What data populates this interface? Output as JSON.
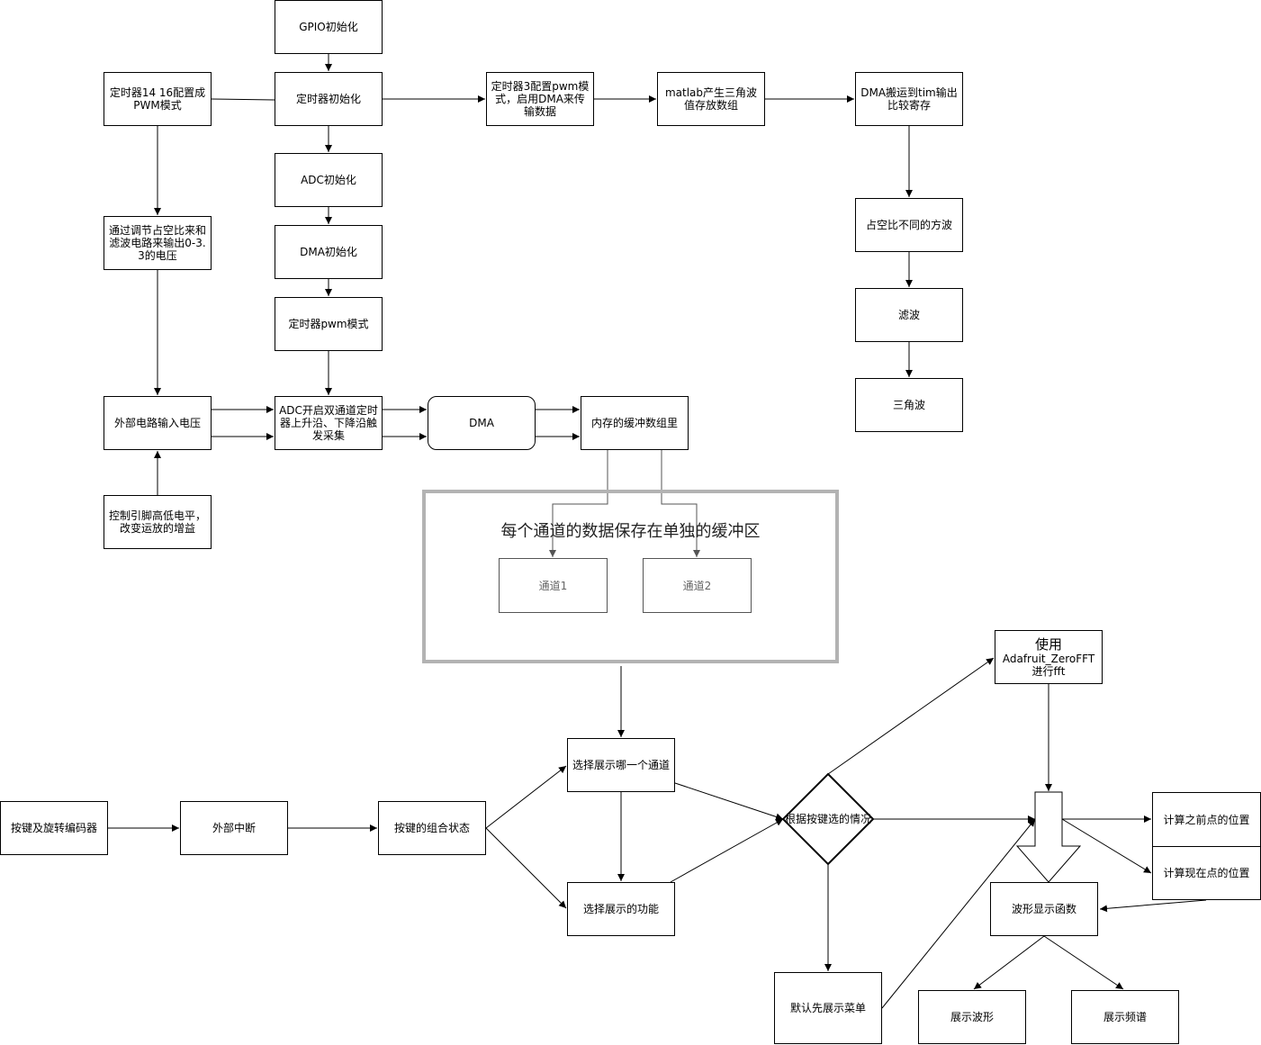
{
  "nodes": {
    "gpio_init": "GPIO初始化",
    "timer_init": "定时器初始化",
    "adc_init": "ADC初始化",
    "dma_init": "DMA初始化",
    "timer_pwm": "定时器pwm模式",
    "timer14_16": "定时器14 16配置成PWM模式",
    "duty_filter": "通过调节占空比来和滤波电路来输出0-3.3的电压",
    "ext_input": "外部电路输入电压",
    "gain_control": "控制引脚高低电平，改变运放的增益",
    "adc_dual": "ADC开启双通道定时器上升沿、下降沿触发采集",
    "dma": "DMA",
    "mem_buffer": "内存的缓冲数组里",
    "timer3_pwm": "定时器3配置pwm模式，启用DMA来传输数据",
    "matlab_tri": "matlab产生三角波值存放数组",
    "dma_tim": "DMA搬运到tim输出比较寄存",
    "square_duty": "占空比不同的方波",
    "filter": "滤波",
    "triangle": "三角波",
    "channel1": "通道1",
    "channel2": "通道2",
    "key_encoder": "按键及旋转编码器",
    "ext_interrupt": "外部中断",
    "key_combo": "按键的组合状态",
    "select_channel": "选择展示哪一个通道",
    "select_function": "选择展示的功能",
    "decision": "根据按键选的情况",
    "default_menu": "默认先展示菜单",
    "fft_title": "使用",
    "fft_detail": "Adafruit_ZeroFFT进行fft",
    "calc_prev": "计算之前点的位置",
    "calc_now": "计算现在点的位置",
    "wave_func": "波形显示函数",
    "show_wave": "展示波形",
    "show_spectrum": "展示频谱"
  },
  "group": {
    "title": "每个通道的数据保存在单独的缓冲区"
  },
  "colors": {
    "stroke": "#000000",
    "group_border": "#b3b3b3",
    "muted_text": "#666666"
  }
}
